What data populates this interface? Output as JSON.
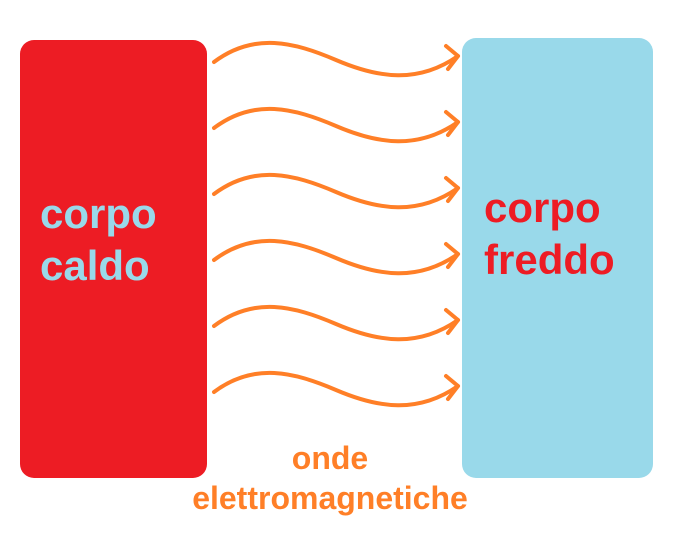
{
  "hot_body": {
    "line1": "corpo",
    "line2": "caldo",
    "fill_color": "#ed1c24",
    "text_color": "#99d9ea"
  },
  "cold_body": {
    "line1": "corpo",
    "line2": "freddo",
    "fill_color": "#99d9ea",
    "text_color": "#ed1c24"
  },
  "waves": {
    "count": 6,
    "color": "#ff7f27"
  },
  "caption": {
    "line1": "onde",
    "line2": "elettromagnetiche",
    "color": "#ff7f27"
  }
}
